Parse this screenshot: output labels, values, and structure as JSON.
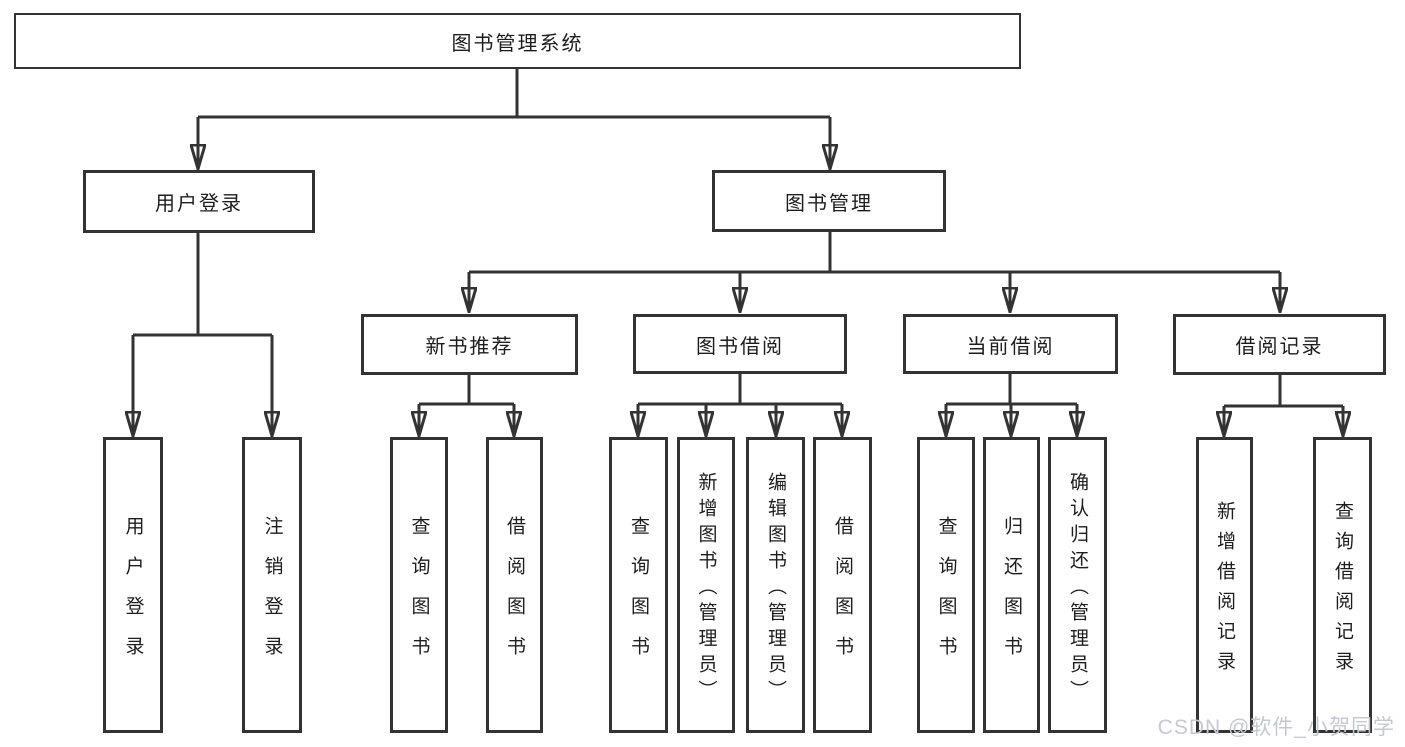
{
  "diagram_title": "图书管理系统",
  "colors": {
    "background": "#ffffff",
    "line": "#333333",
    "box_border": "#333333",
    "text": "#1d1d1d",
    "watermark": "#c6c8cc"
  },
  "tree": {
    "root": {
      "label": "图书管理系统"
    },
    "branches": [
      {
        "label": "用户登录",
        "children": [
          "用户登录",
          "注销登录"
        ]
      },
      {
        "label": "图书管理",
        "children": [
          {
            "label": "新书推荐",
            "children": [
              "查询图书",
              "借阅图书"
            ]
          },
          {
            "label": "图书借阅",
            "children": [
              "查询图书",
              "新增图书（管理员）",
              "编辑图书（管理员）",
              "借阅图书"
            ]
          },
          {
            "label": "当前借阅",
            "children": [
              "查询图书",
              "归还图书",
              "确认归还（管理员）"
            ]
          },
          {
            "label": "借阅记录",
            "children": [
              "新增借阅记录",
              "查询借阅记录"
            ]
          }
        ]
      }
    ]
  },
  "watermark": {
    "text": "CSDN @软件_小贺同学"
  }
}
